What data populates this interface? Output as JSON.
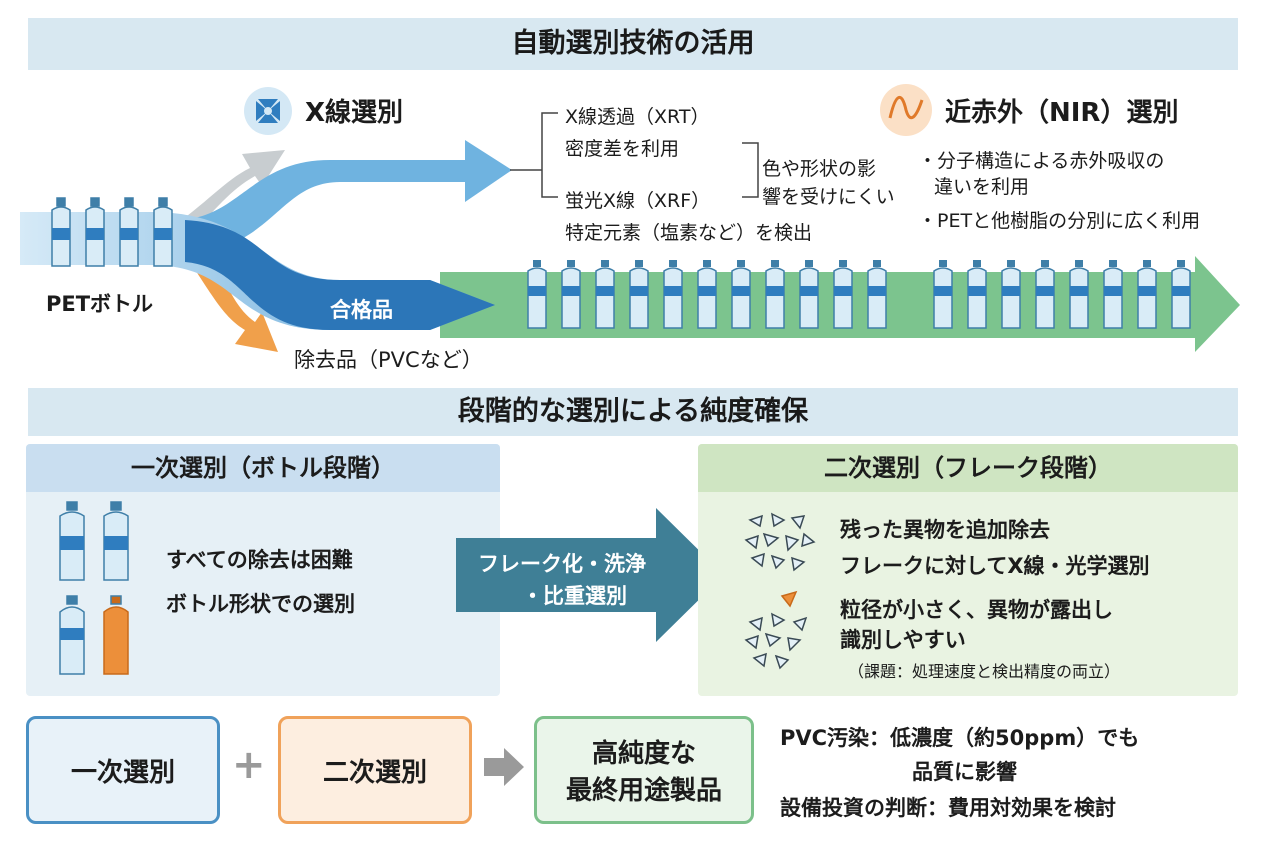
{
  "top": {
    "title": "自動選別技術の活用",
    "xray_title": "X線選別",
    "nir_title": "近赤外（NIR）選別",
    "pet_label": "PETボトル",
    "pass_label": "合格品",
    "reject_label": "除去品（PVCなど）",
    "xrt_name": "X線透過（XRT）",
    "xrt_desc": "密度差を利用",
    "xrf_name": "蛍光X線（XRF）",
    "xrf_desc": "特定元素（塩素など）を検出",
    "shape_note_1": "色や形状の影",
    "shape_note_2": "響を受けにくい",
    "nir_bullet_1a": "・分子構造による赤外吸収の",
    "nir_bullet_1b": "違いを利用",
    "nir_bullet_2": "・PETと他樹脂の分別に広く利用"
  },
  "middle": {
    "title": "段階的な選別による純度確保",
    "primary_head": "一次選別（ボトル段階）",
    "primary_line_1": "すべての除去は困難",
    "primary_line_2": "ボトル形状での選別",
    "process_line_1": "フレーク化・洗浄",
    "process_line_2": "・比重選別",
    "secondary_head": "二次選別（フレーク段階）",
    "secondary_line_1": "残った異物を追加除去",
    "secondary_line_2": "フレークに対してX線・光学選別",
    "secondary_line_3": "粒径が小さく、異物が露出し",
    "secondary_line_4": "識別しやすい",
    "secondary_note": "（課題：処理速度と検出精度の両立）"
  },
  "bottom": {
    "box_primary": "一次選別",
    "plus": "+",
    "box_secondary": "二次選別",
    "result_1": "高純度な",
    "result_2": "最終用途製品",
    "pvc_note_1": "PVC汚染：低濃度（約50ppm）でも",
    "pvc_note_2": "品質に影響",
    "invest_note": "設備投資の判断：費用対効果を検討"
  },
  "colors": {
    "band": "#d8e8f1",
    "blue_arrow": "#2f7dbf",
    "light_blue_arrow": "#6fb3e0",
    "gray_arrow": "#c4c9cc",
    "orange_arrow": "#f0a04b",
    "green_arrow": "#7cc48e",
    "teal_process": "#3f7f96",
    "primary_panel": "#e6f0f6",
    "secondary_panel": "#e9f3e2",
    "box_primary_border": "#4a90c4",
    "box_secondary_border": "#f0a25a",
    "box_result_border": "#7cc08a"
  }
}
